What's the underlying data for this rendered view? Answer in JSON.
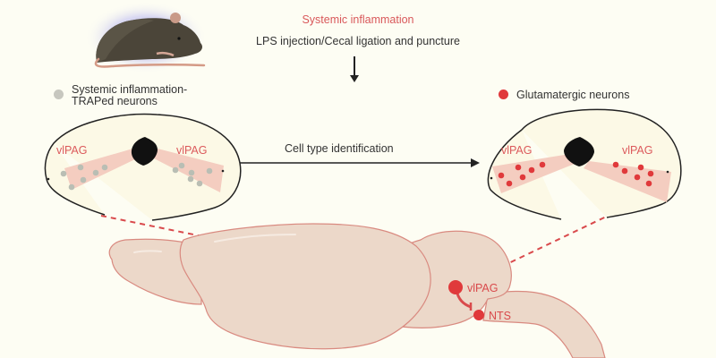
{
  "header": {
    "title": "Systemic inflammation",
    "subtitle": "LPS injection/Cecal ligation and puncture"
  },
  "legend": {
    "left": {
      "label_line1": "Systemic inflammation-",
      "label_line2": "TRAPed neurons",
      "color": "#c7c7bf"
    },
    "right": {
      "label": "Glutamatergic neurons",
      "color": "#e0393b"
    }
  },
  "transition": {
    "label": "Cell type identification"
  },
  "sections": {
    "left": {
      "region_left": "vlPAG",
      "region_right": "vlPAG",
      "neuron_color": "#b9beb4"
    },
    "right": {
      "region_left": "vlPAG",
      "region_right": "vlPAG",
      "neuron_color": "#e0393b"
    }
  },
  "brain": {
    "node_vlpag": "vlPAG",
    "node_nts": "NTS",
    "connection_color": "#d94a4c"
  },
  "colors": {
    "background": "#fdfdf3",
    "accent_red": "#d9585a",
    "region_fill": "#f4cdc0",
    "brain_fill": "#ecd8c9",
    "brain_outline": "#d98a80",
    "mouse_body": "#4b4539"
  }
}
